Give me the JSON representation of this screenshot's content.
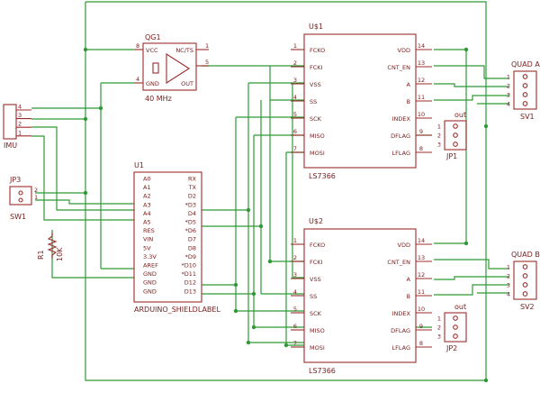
{
  "qg1": {
    "name": "QG1",
    "value": "40 MHz",
    "pins": {
      "vcc": "VCC",
      "nc": "NC/TS",
      "gnd": "GND",
      "out": "OUT"
    },
    "pin_numbers": {
      "vcc": "8",
      "nc": "1",
      "gnd": "4",
      "out": "5"
    }
  },
  "u1": {
    "name": "U1",
    "label": "ARDUINO_SHIELDLABEL",
    "left_pins": [
      "A0",
      "A1",
      "A2",
      "A3",
      "A4",
      "A5",
      "RES",
      "VIN",
      "5V",
      "3.3V",
      "AREF",
      "GND",
      "GND",
      "GND"
    ],
    "right_pins": [
      "RX",
      "TX",
      "D2",
      "*D3",
      "D4",
      "*D5",
      "*D6",
      "D7",
      "D8",
      "*D9",
      "*D10",
      "*D11",
      "D12",
      "D13"
    ]
  },
  "counters": [
    {
      "name": "U$1",
      "part": "LS7366",
      "left_pins": [
        "FCKO",
        "FCKI",
        "VSS",
        "SS",
        "SCK",
        "MISO",
        "MOSI"
      ],
      "left_nums": [
        "1",
        "2",
        "3",
        "4",
        "5",
        "6",
        "7"
      ],
      "right_pins": [
        "VDD",
        "CNT_EN",
        "A",
        "B",
        "INDEX",
        "DFLAG",
        "LFLAG"
      ],
      "right_nums": [
        "14",
        "13",
        "12",
        "11",
        "10",
        "9",
        "8"
      ]
    },
    {
      "name": "U$2",
      "part": "LS7366",
      "left_pins": [
        "FCKO",
        "FCKI",
        "VSS",
        "SS",
        "SCK",
        "MISO",
        "MOSI"
      ],
      "left_nums": [
        "1",
        "2",
        "3",
        "4",
        "5",
        "6",
        "7"
      ],
      "right_pins": [
        "VDD",
        "CNT_EN",
        "A",
        "B",
        "INDEX",
        "DFLAG",
        "LFLAG"
      ],
      "right_nums": [
        "14",
        "13",
        "12",
        "11",
        "10",
        "9",
        "8"
      ]
    }
  ],
  "headers": {
    "quad_a": {
      "title": "QUAD A",
      "name": "SV1",
      "pins": [
        "1",
        "2",
        "3",
        "4"
      ]
    },
    "quad_b": {
      "title": "QUAD B",
      "name": "SV2",
      "pins": [
        "1",
        "2",
        "3",
        "4"
      ]
    },
    "jp1": {
      "title": "out",
      "name": "JP1",
      "pins": [
        "1",
        "2",
        "3"
      ]
    },
    "jp2": {
      "title": "out",
      "name": "JP2",
      "pins": [
        "1",
        "2",
        "3"
      ]
    },
    "jp3": {
      "title": "JP3",
      "name": "SW1",
      "pins": [
        "2",
        "1"
      ]
    },
    "imu": {
      "name": "IMU",
      "pins": [
        "4",
        "3",
        "2",
        "1"
      ]
    }
  },
  "r1": {
    "name": "R1",
    "value": "10K"
  },
  "colors": {
    "wire": "#2f9a35",
    "symbol": "#9d2b2b",
    "text": "#7a2020"
  }
}
